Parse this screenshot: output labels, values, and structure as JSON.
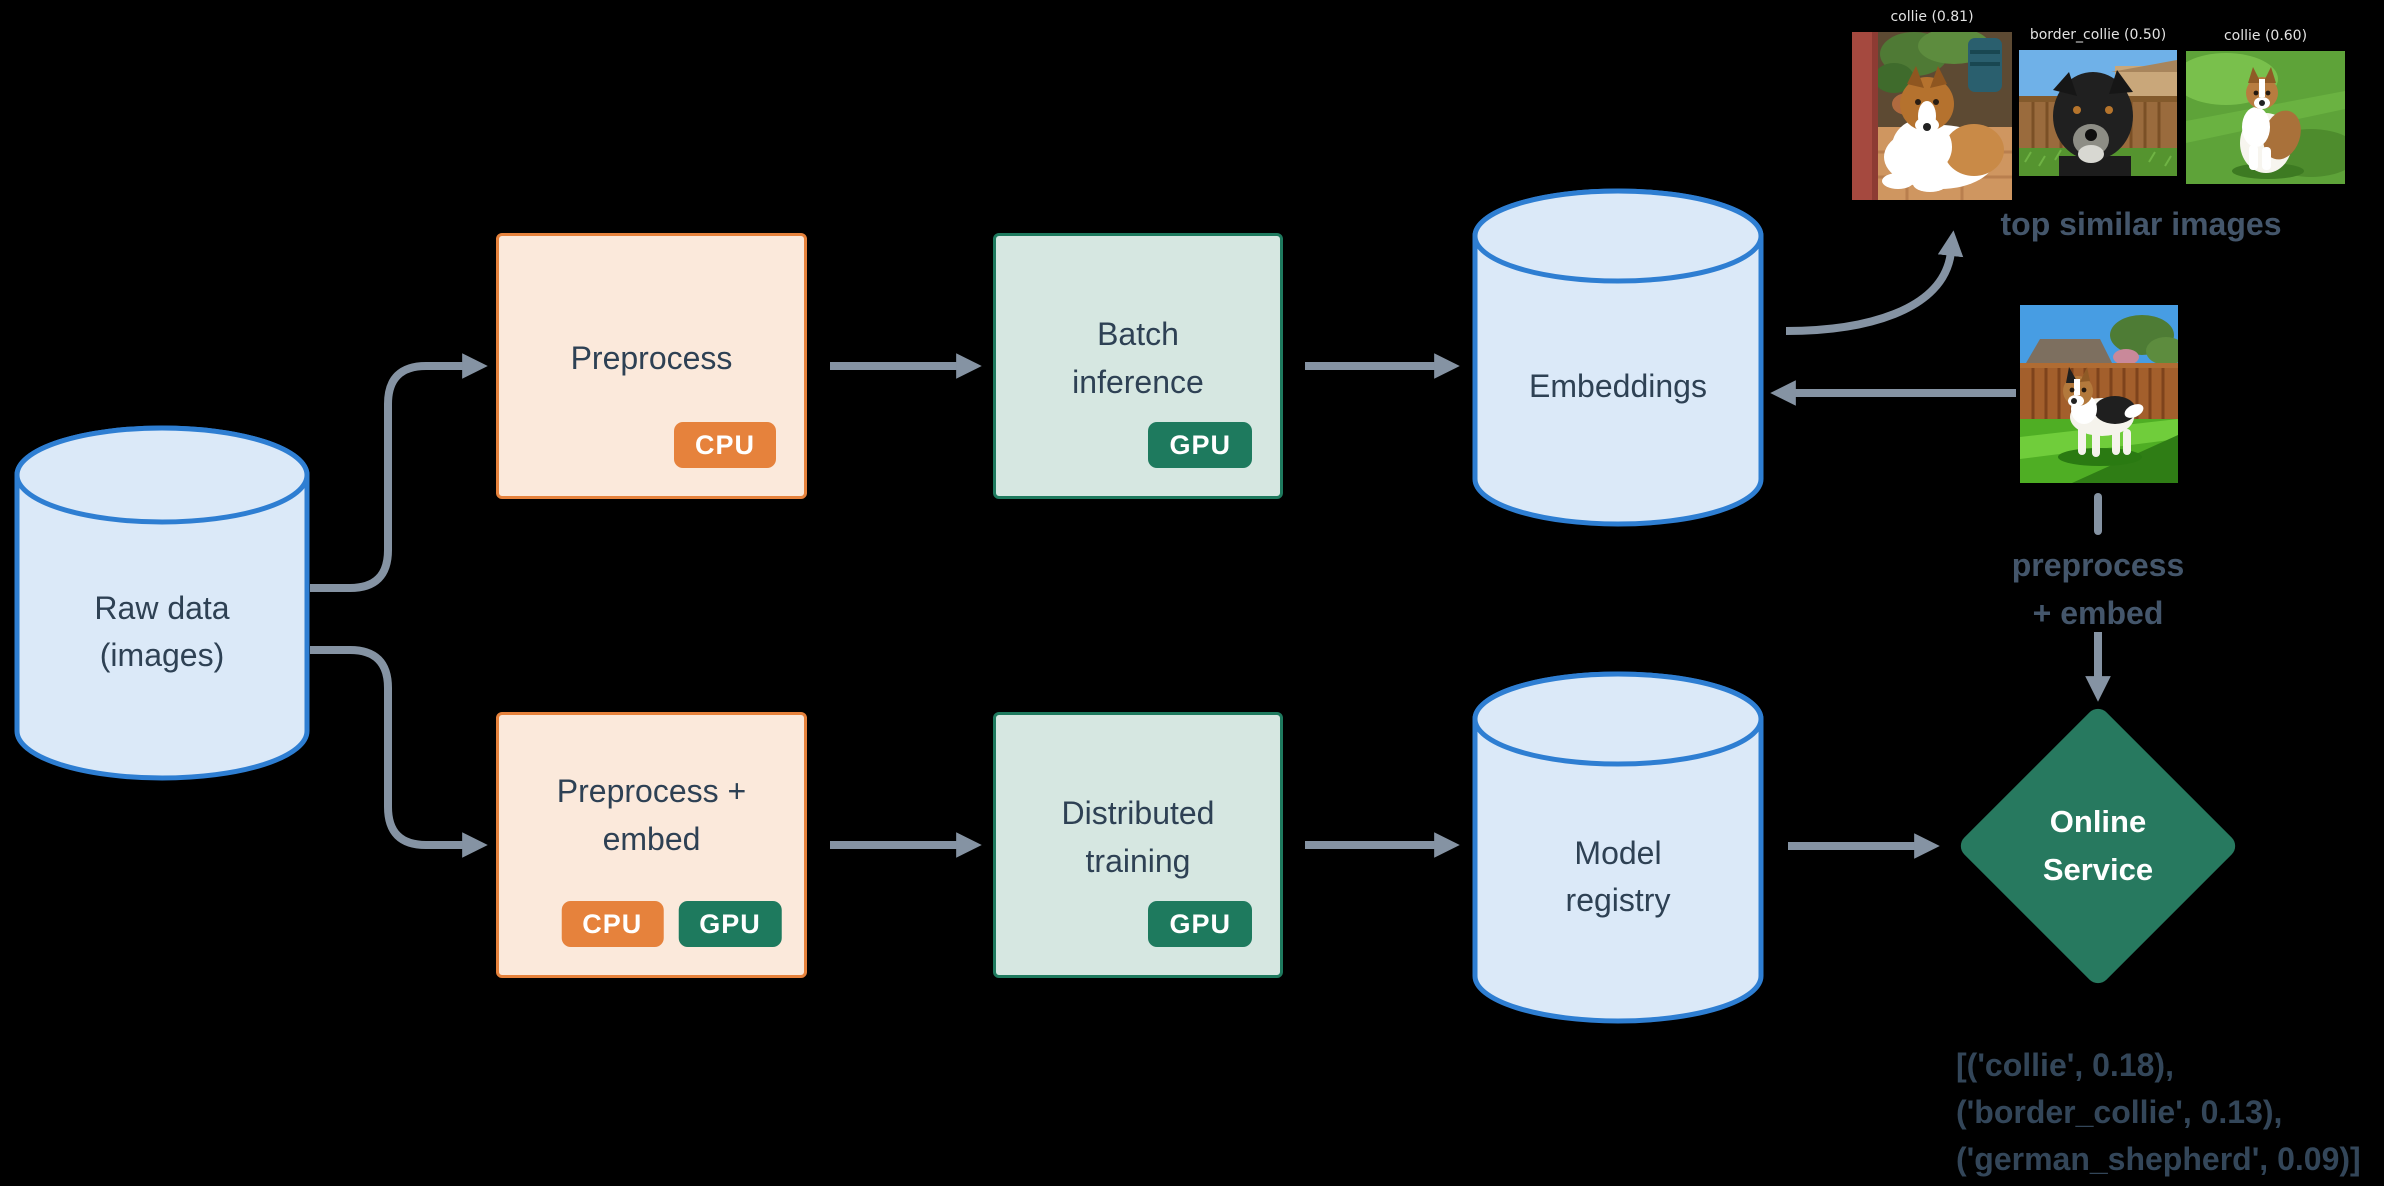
{
  "canvas": {
    "background": "#000000"
  },
  "palette": {
    "arrow": "#8593a3",
    "storage_fill": "#dbe9f8",
    "storage_stroke": "#2e7ed2",
    "cpu_box_fill": "#fbe9db",
    "cpu_box_border": "#e6823c",
    "gpu_box_fill": "#d6e7e1",
    "gpu_box_border": "#1e7a5e",
    "cpu_badge": "#e6823c",
    "gpu_badge": "#1e7a5e",
    "diamond_fill": "#27795f",
    "node_text": "#2e4154",
    "annotation_text": "#44566b",
    "result_text": "#334659"
  },
  "nodes": {
    "raw_data": {
      "lines": [
        "Raw data",
        "(images)"
      ]
    },
    "preprocess": {
      "label": "Preprocess",
      "badges": [
        "CPU"
      ]
    },
    "batch_inference": {
      "lines": [
        "Batch",
        "inference"
      ],
      "badges": [
        "GPU"
      ]
    },
    "embeddings": {
      "label": "Embeddings"
    },
    "preprocess_embed": {
      "lines": [
        "Preprocess +",
        "embed"
      ],
      "badges": [
        "CPU",
        "GPU"
      ]
    },
    "distributed_training": {
      "lines": [
        "Distributed",
        "training"
      ],
      "badges": [
        "GPU"
      ]
    },
    "model_registry": {
      "lines": [
        "Model",
        "registry"
      ]
    },
    "online_service": {
      "lines": [
        "Online",
        "Service"
      ]
    }
  },
  "similar_images": {
    "heading": "top similar images",
    "items": [
      {
        "caption": "collie (0.81)"
      },
      {
        "caption": "border_collie (0.50)"
      },
      {
        "caption": "collie (0.60)"
      }
    ]
  },
  "query_flow": {
    "step_lines": [
      "preprocess",
      "+ embed"
    ]
  },
  "results": {
    "lines": [
      "[('collie', 0.18),",
      "('border_collie', 0.13),",
      "('german_shepherd', 0.09)]"
    ]
  }
}
